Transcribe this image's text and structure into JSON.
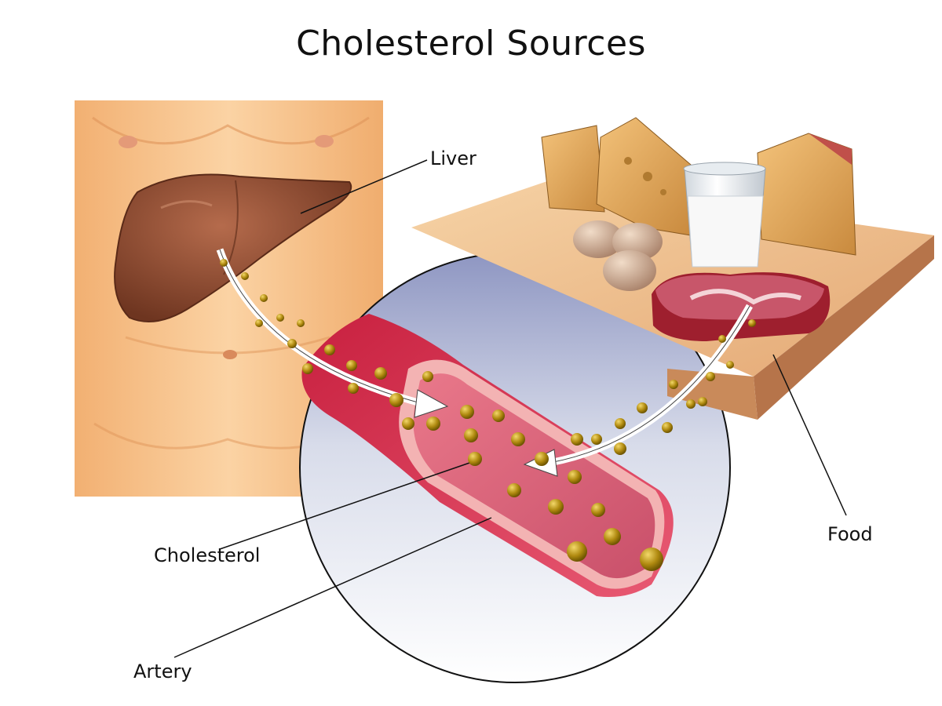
{
  "title": "Cholesterol Sources",
  "labels": {
    "liver": "Liver",
    "cholesterol": "Cholesterol",
    "artery": "Artery",
    "food": "Food"
  },
  "colors": {
    "skin": "#f7c48d",
    "liver": "#8a4a30",
    "artery": "#e04a63",
    "cholesterol": "#b08a10",
    "board": "#e8b27a",
    "background_circle": "#dde2ee"
  }
}
